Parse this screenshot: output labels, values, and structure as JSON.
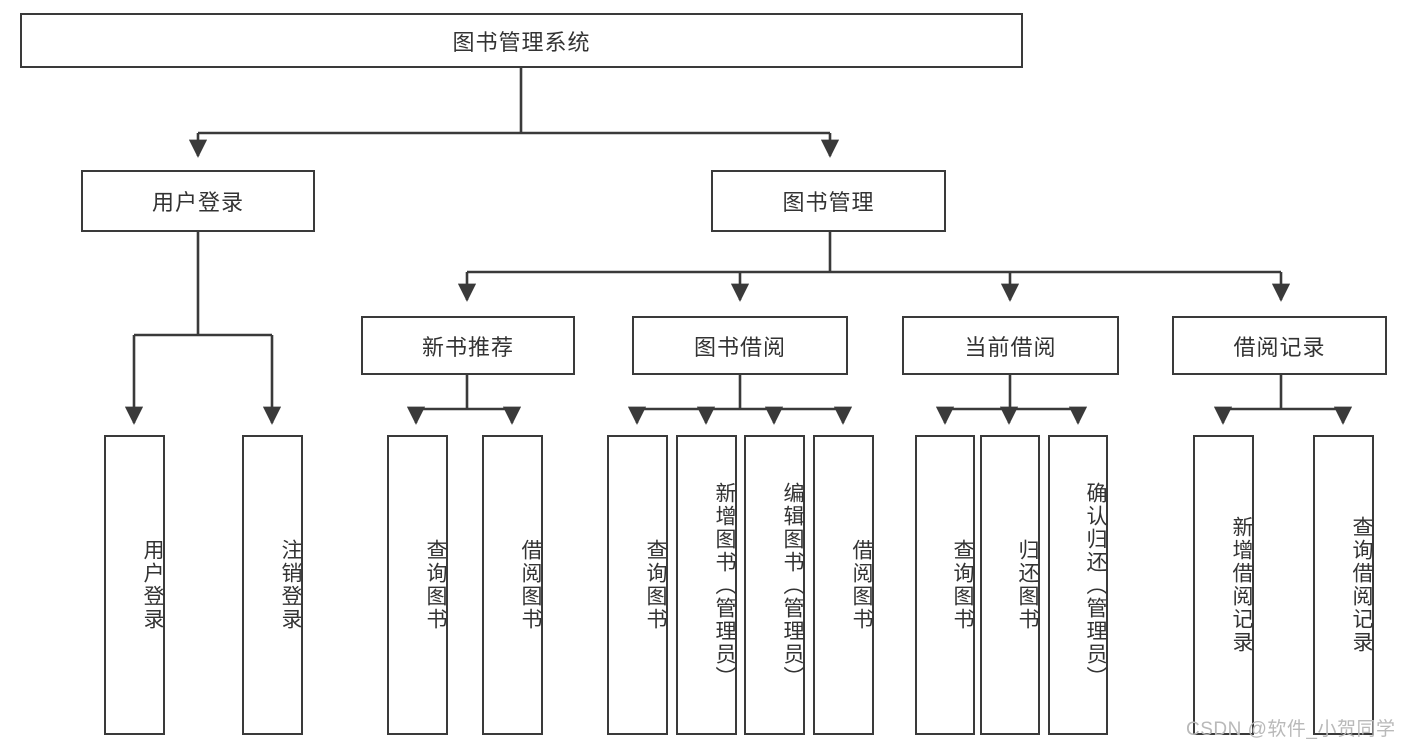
{
  "diagram": {
    "title": "图书管理系统",
    "type": "tree-hierarchy",
    "root": {
      "label": "图书管理系统"
    },
    "level2": [
      {
        "label": "用户登录"
      },
      {
        "label": "图书管理"
      }
    ],
    "level3": [
      {
        "label": "新书推荐"
      },
      {
        "label": "图书借阅"
      },
      {
        "label": "当前借阅"
      },
      {
        "label": "借阅记录"
      }
    ],
    "leaves": {
      "user_login": [
        {
          "label": "用户登录"
        },
        {
          "label": "注销登录"
        }
      ],
      "new_book_recommend": [
        {
          "label": "查询图书"
        },
        {
          "label": "借阅图书"
        }
      ],
      "book_borrow": [
        {
          "label": "查询图书"
        },
        {
          "label": "新增图书（管理员）"
        },
        {
          "label": "编辑图书（管理员）"
        },
        {
          "label": "借阅图书"
        }
      ],
      "current_borrow": [
        {
          "label": "查询图书"
        },
        {
          "label": "归还图书"
        },
        {
          "label": "确认归还（管理员）"
        }
      ],
      "borrow_records": [
        {
          "label": "新增借阅记录"
        },
        {
          "label": "查询借阅记录"
        }
      ]
    },
    "watermark": "CSDN @软件_小贺同学",
    "colors": {
      "stroke": "#3a3a3a",
      "text": "#333333",
      "background": "#ffffff",
      "watermark": "#b9b9b9"
    }
  }
}
